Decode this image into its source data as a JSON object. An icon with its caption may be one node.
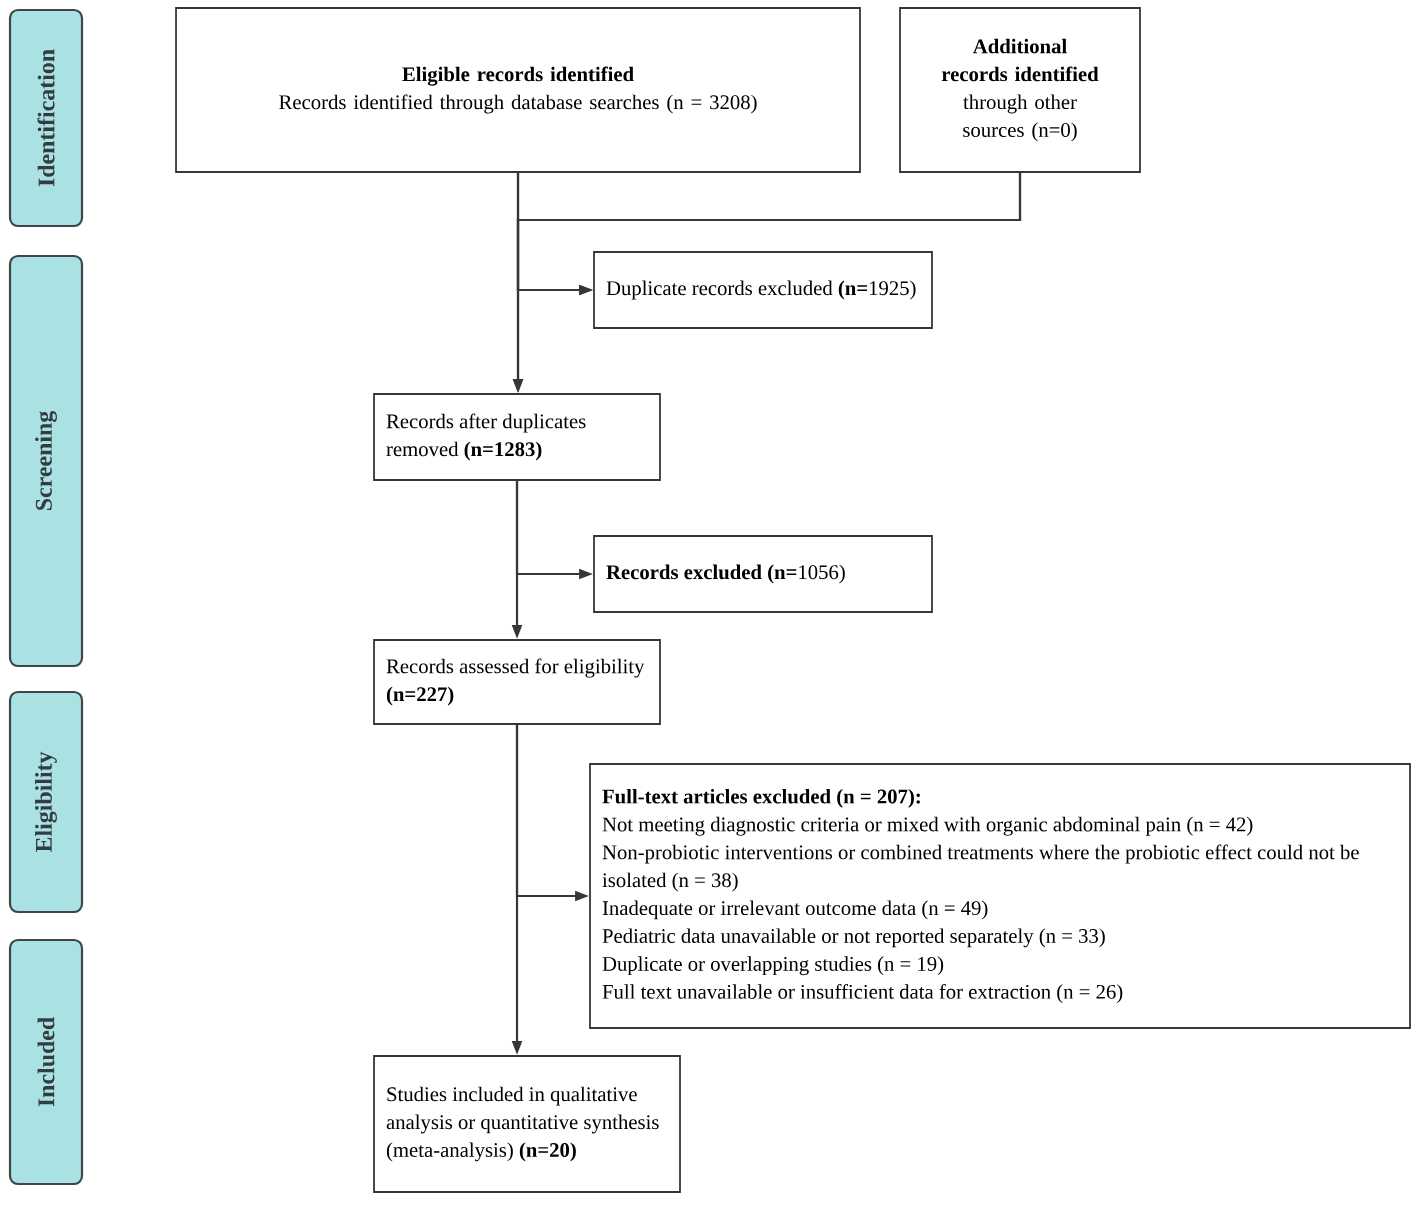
{
  "diagram": {
    "nodes": [
      {
        "text": [
          "Identification"
        ]
      },
      {
        "text": [
          "Screening"
        ]
      },
      {
        "text": [
          "Eligibility"
        ]
      },
      {
        "text": [
          "Included"
        ]
      },
      {
        "text": [
          "Eligible records identified",
          "Records identified through database searches (n = 3208)"
        ]
      },
      {
        "text": [
          "Additional records identified",
          "through other sources (n=0)"
        ]
      },
      {
        "text": [
          "Duplicate records excluded **(n=**1925)"
        ]
      },
      {
        "text": [
          "Records after duplicates removed **(n=1283)**"
        ]
      },
      {
        "text": [
          "**Records excluded (n=**1056)"
        ]
      },
      {
        "text": [
          "Records assessed for eligibility **(n=227)**"
        ]
      },
      {
        "text": [
          "Full-text articles excluded (n = 207):",
          "Not meeting diagnostic criteria or mixed with organic abdominal pain (n = 42)",
          "Non-probiotic interventions or combined treatments where the probiotic effect could not be isolated (n = 38)",
          "Inadequate or irrelevant outcome data (n = 49)",
          "Pediatric data unavailable or not reported separately (n = 33)",
          "Duplicate or overlapping studies (n = 19)",
          "Full text unavailable or insufficient data for extraction (n = 26)"
        ]
      },
      {
        "text": [
          "Studies included in qualitative analysis or quantitative synthesis (meta-analysis) **(n=20)**"
        ]
      }
    ],
    "edges": [
      {
        "from": 4,
        "to": 7,
        "arrow": "to"
      },
      {
        "from": 5,
        "to": 7,
        "arrow": "to"
      },
      {
        "from": 4,
        "to": 6,
        "arrow": "to"
      },
      {
        "from": 5,
        "to": 6,
        "arrow": "to"
      },
      {
        "from": 7,
        "to": 8,
        "arrow": "to"
      },
      {
        "from": 7,
        "to": 9,
        "arrow": "to"
      },
      {
        "from": 9,
        "to": 10,
        "arrow": "to"
      },
      {
        "from": 9,
        "to": 11,
        "arrow": "to"
      }
    ]
  }
}
